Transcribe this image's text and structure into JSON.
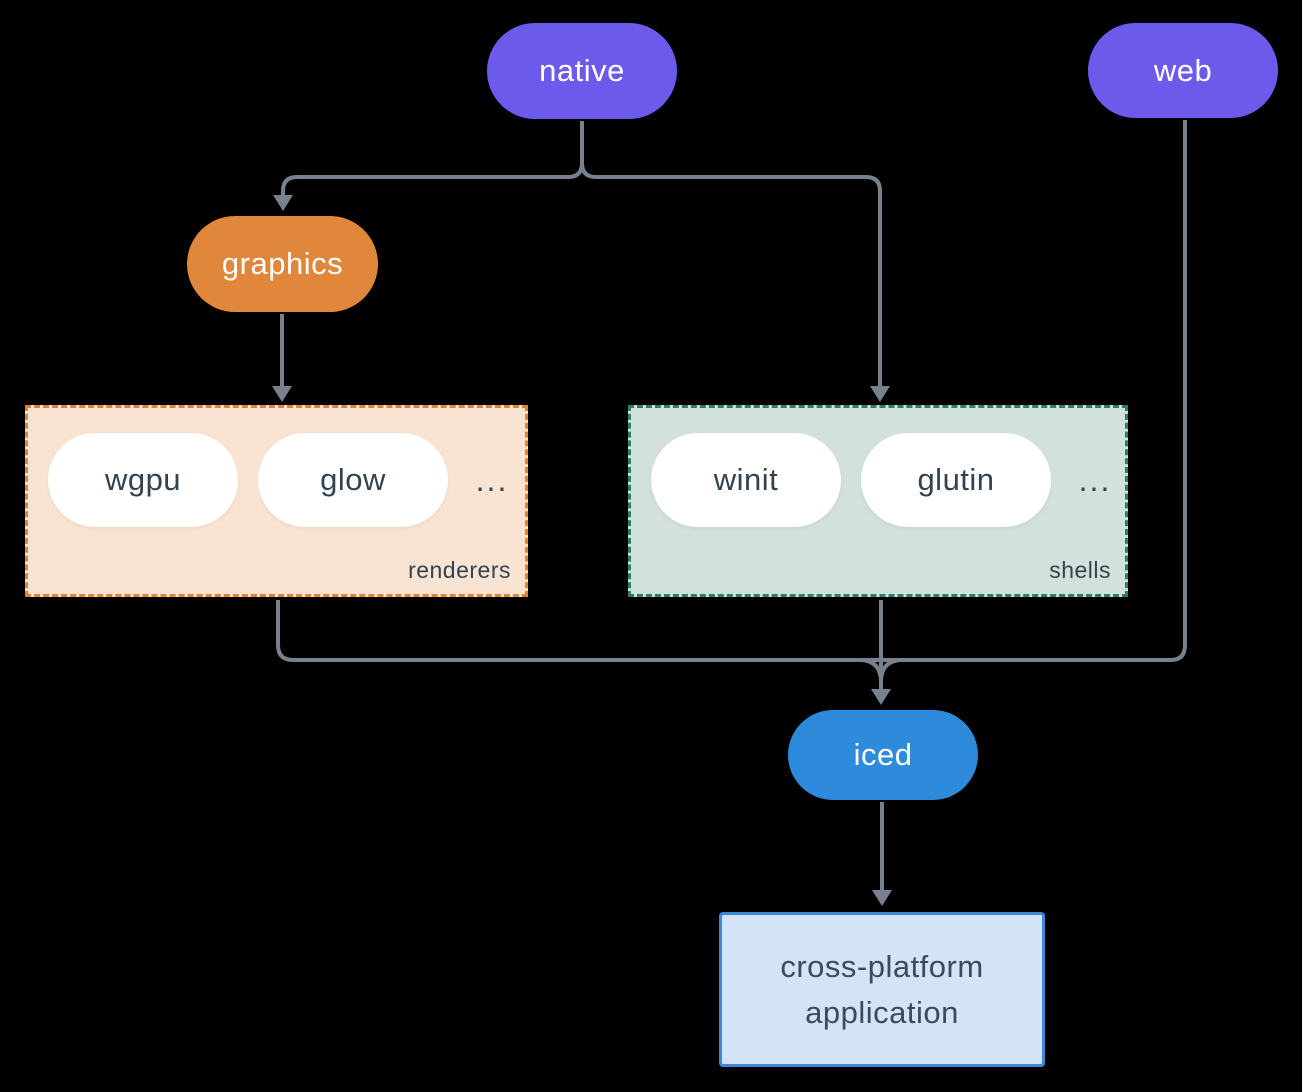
{
  "colors": {
    "background": "#000000",
    "purple": "#6C5BEB",
    "orange": "#E0873B",
    "blue": "#2E8BDB",
    "line": "#77828E",
    "renderers-fill": "#F9E4D3",
    "renderers-border": "#E3832E",
    "shells-fill": "#D2E1DC",
    "shells-border": "#2E7C6D",
    "pill-text": "#33424F",
    "app-fill": "#D3E4F6",
    "app-border": "#3E87D8",
    "app-text": "#3A4B59"
  },
  "nodes": {
    "native": {
      "label": "native"
    },
    "web": {
      "label": "web"
    },
    "graphics": {
      "label": "graphics"
    },
    "iced": {
      "label": "iced"
    }
  },
  "groups": {
    "renderers": {
      "label": "renderers",
      "ellipsis": "...",
      "items": [
        {
          "label": "wgpu"
        },
        {
          "label": "glow"
        }
      ]
    },
    "shells": {
      "label": "shells",
      "ellipsis": "...",
      "items": [
        {
          "label": "winit"
        },
        {
          "label": "glutin"
        }
      ]
    }
  },
  "app": {
    "line1": "cross-platform",
    "line2": "application"
  }
}
